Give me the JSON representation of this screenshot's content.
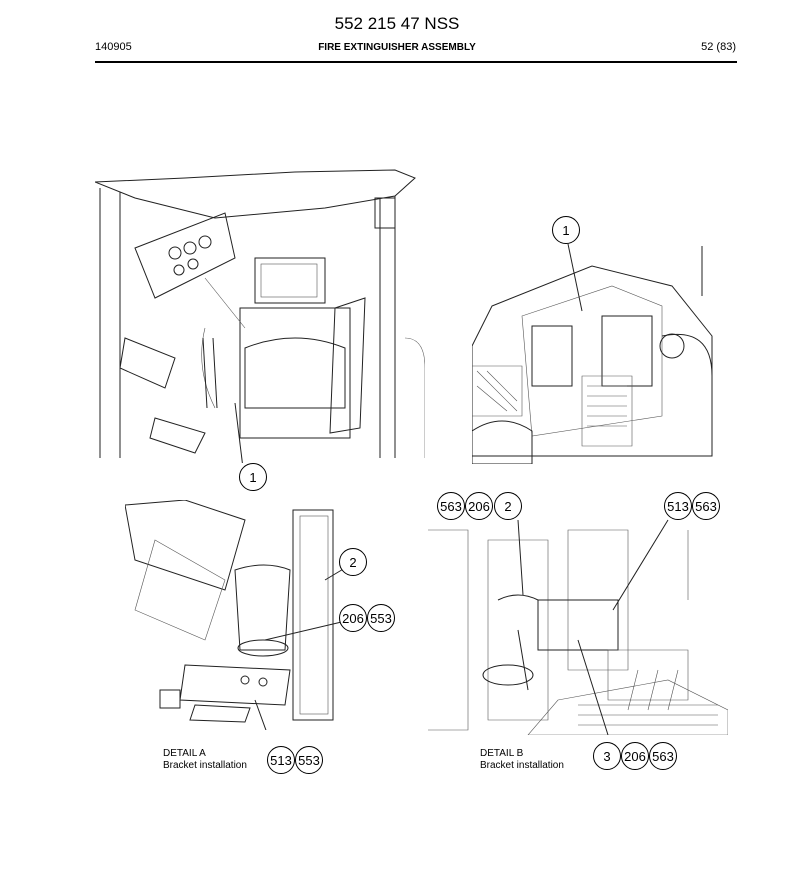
{
  "header": {
    "doc_number": "552 215 47 NSS",
    "date_code": "140905",
    "title": "FIRE EXTINGUISHER ASSEMBLY",
    "page": "52 (83)"
  },
  "callouts": {
    "top_left": [
      "1"
    ],
    "top_right": [
      "1"
    ],
    "detail_a": [
      "2",
      "206",
      "553",
      "513",
      "553"
    ],
    "detail_b": [
      "563",
      "206",
      "2",
      "513",
      "563",
      "3",
      "206",
      "563"
    ]
  },
  "captions": {
    "detail_a_title": "DETAIL A",
    "detail_a_sub": "Bracket installation",
    "detail_b_title": "DETAIL B",
    "detail_b_sub": "Bracket installation"
  }
}
